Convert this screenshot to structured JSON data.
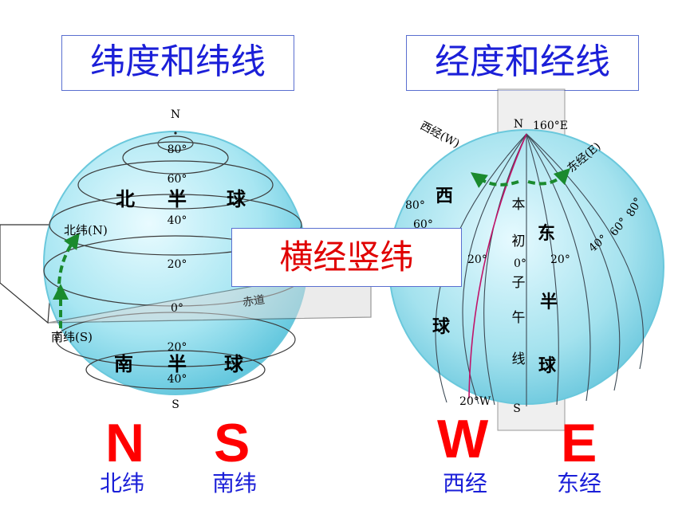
{
  "titles": {
    "left": "纬度和纬线",
    "right": "经度和经线",
    "center": "横经竖纬"
  },
  "latitude_globe": {
    "pole_n": "N",
    "pole_s": "S",
    "lat_80": "80°",
    "lat_60": "60°",
    "lat_40n": "40°",
    "lat_20n": "20°",
    "lat_0": "0°",
    "lat_20s": "20°",
    "lat_40s": "40°",
    "north_hemi": [
      "北",
      "半",
      "球"
    ],
    "south_hemi": [
      "南",
      "半",
      "球"
    ],
    "north_lat": "北纬(N)",
    "south_lat": "南纬(S)",
    "equator": "赤道"
  },
  "longitude_globe": {
    "pole_n": "N",
    "pole_s": "S",
    "lon_160e": "160°E",
    "west_lon": "西经(W)",
    "east_lon": "东经(E)",
    "w80": "80°",
    "w60": "60°",
    "w20": "20°",
    "e20": "20°",
    "e40": "40°",
    "e60": "60°",
    "e80": "80°",
    "prime": "0°",
    "lon_20w": "20°W",
    "west_hemi": [
      "西",
      "球"
    ],
    "east_hemi": [
      "东",
      "半",
      "球"
    ],
    "prime_meridian": [
      "本",
      "初",
      "子",
      "午",
      "线"
    ]
  },
  "letters": {
    "n": "N",
    "s": "S",
    "w": "W",
    "e": "E"
  },
  "letter_labels": {
    "n": "北纬",
    "s": "南纬",
    "w": "西经",
    "e": "东经"
  },
  "colors": {
    "title_blue": "#1b1fd8",
    "accent_red": "#ff0000",
    "globe_cyan": "#9fe3f0",
    "arrow_green": "#1a8a2e"
  }
}
